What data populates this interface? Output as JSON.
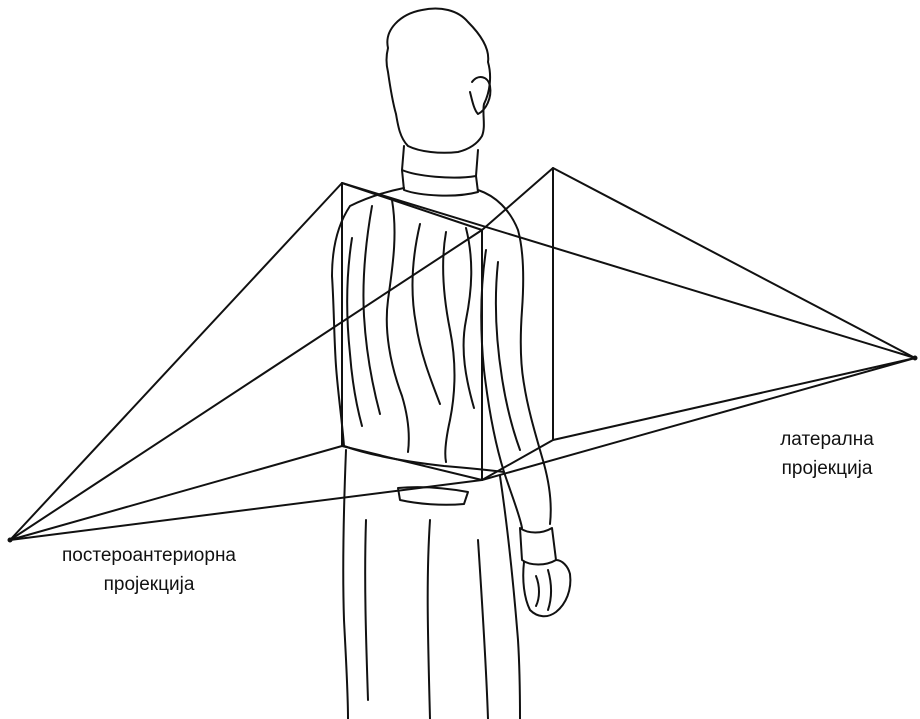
{
  "labels": {
    "posteroanterior": {
      "line1": "постероантериорна",
      "line2": "пројекција"
    },
    "lateral": {
      "line1": "латерална",
      "line2": "пројекција"
    }
  },
  "colors": {
    "ink": "#111111",
    "background": "#ffffff"
  }
}
